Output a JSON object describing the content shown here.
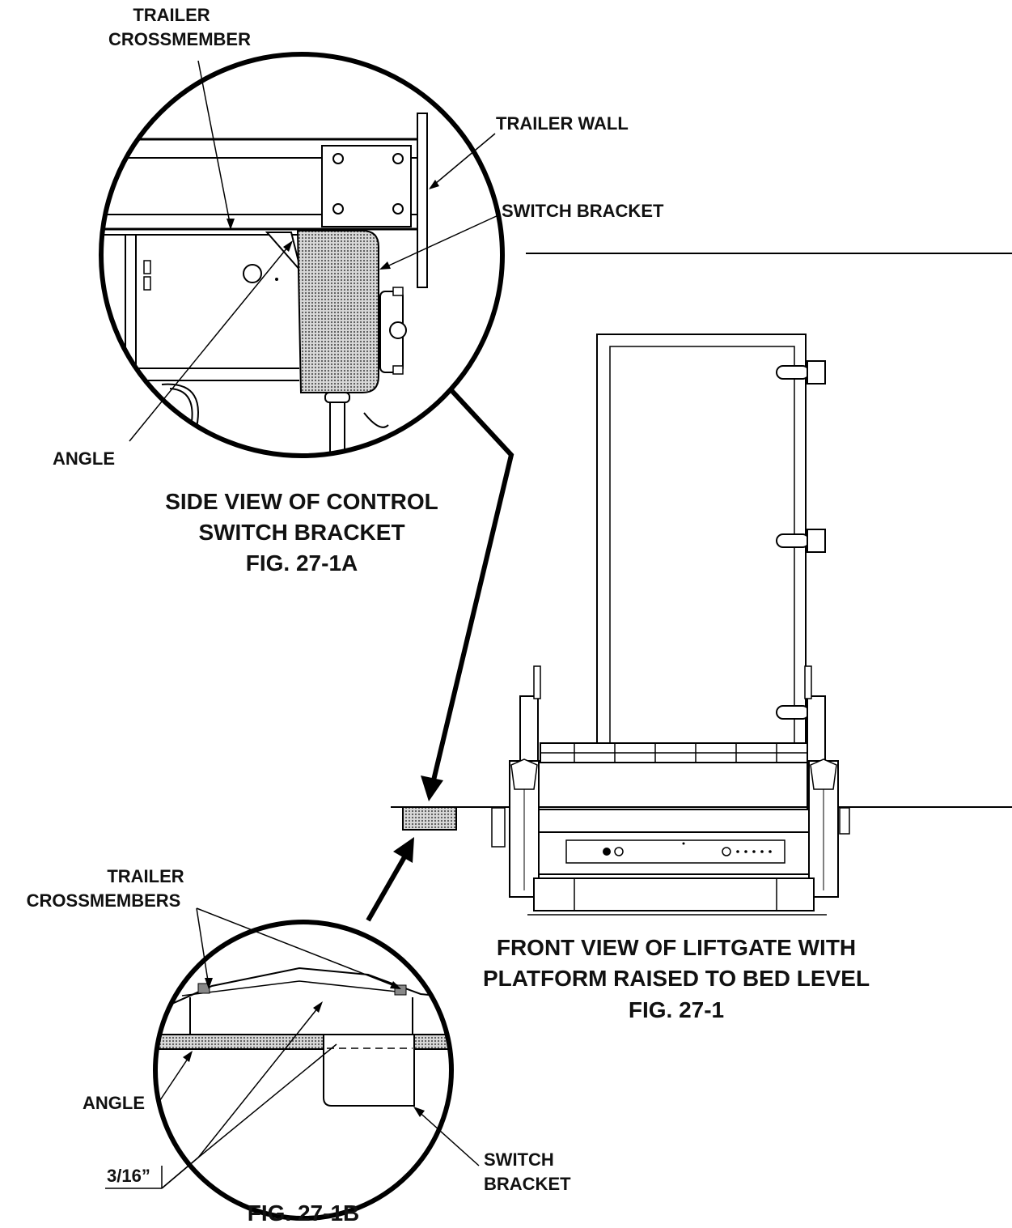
{
  "detail_a": {
    "label_crossmember_1": "TRAILER",
    "label_crossmember_2": "CROSSMEMBER",
    "label_wall": "TRAILER WALL",
    "label_switch_bracket": "SWITCH BRACKET",
    "label_angle": "ANGLE",
    "caption_1": "SIDE VIEW OF CONTROL",
    "caption_2": "SWITCH BRACKET",
    "caption_3": "FIG. 27-1A"
  },
  "front_view": {
    "caption_1": "FRONT VIEW OF LIFTGATE WITH",
    "caption_2": "PLATFORM RAISED TO BED LEVEL",
    "caption_3": "FIG. 27-1"
  },
  "detail_b": {
    "label_crossmembers_1": "TRAILER",
    "label_crossmembers_2": "CROSSMEMBERS",
    "label_angle": "ANGLE",
    "label_dimension": "3/16”",
    "label_switch_1": "SWITCH",
    "label_switch_2": "BRACKET",
    "caption": "FIG. 27-1B"
  },
  "colors": {
    "line": "#000000",
    "shading": "#9a9a9a",
    "background": "#ffffff"
  }
}
